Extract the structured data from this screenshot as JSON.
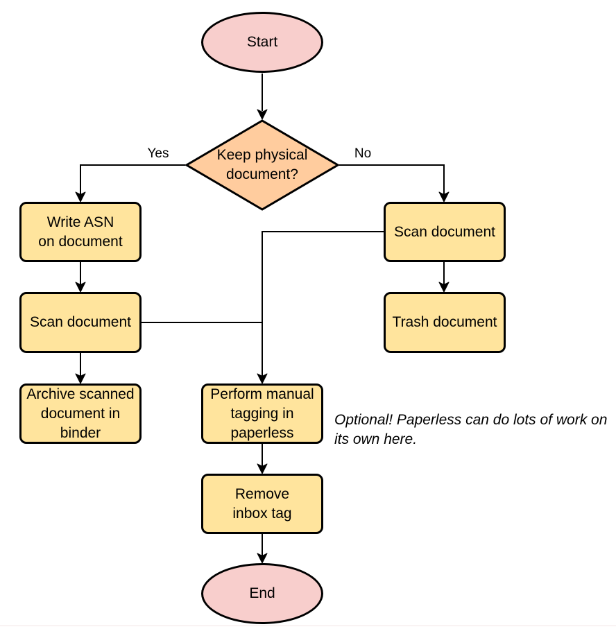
{
  "diagram": {
    "nodes": {
      "start": {
        "label": "Start",
        "shape": "terminator"
      },
      "decision": {
        "label": "Keep physical\ndocument?",
        "shape": "decision"
      },
      "write_asn": {
        "label": "Write ASN\non document",
        "shape": "process"
      },
      "scan_left": {
        "label": "Scan document",
        "shape": "process"
      },
      "archive": {
        "label": "Archive scanned\ndocument in\nbinder",
        "shape": "process"
      },
      "scan_right": {
        "label": "Scan document",
        "shape": "process"
      },
      "trash": {
        "label": "Trash document",
        "shape": "process"
      },
      "tagging": {
        "label": "Perform manual\ntagging in\npaperless",
        "shape": "process"
      },
      "remove_inbox": {
        "label": "Remove\ninbox tag",
        "shape": "process"
      },
      "end": {
        "label": "End",
        "shape": "terminator"
      }
    },
    "edge_labels": {
      "yes": "Yes",
      "no": "No"
    },
    "annotation": "Optional! Paperless can do lots of work on\nits own here.",
    "colors": {
      "terminator_fill": "#f8cecc",
      "decision_fill": "#ffcc9e",
      "process_fill": "#ffe49d",
      "stroke": "#000000",
      "connector": "#000000"
    }
  }
}
